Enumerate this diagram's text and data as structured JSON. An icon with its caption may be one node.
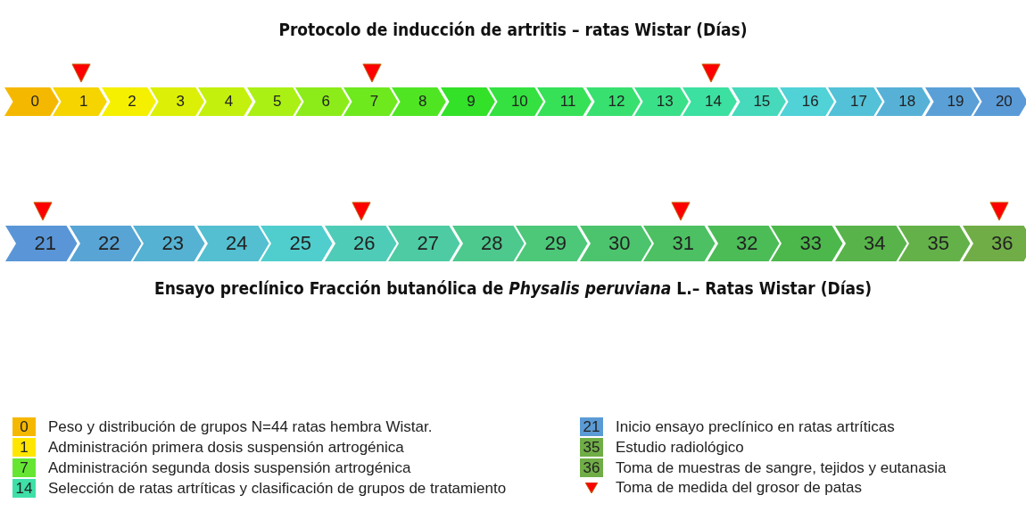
{
  "diagram": {
    "title": "Protocolo de inducción de artritis – ratas Wistar (Días)",
    "caption": "Ensayo preclínico Fracción butanólica de *Physalis peruviana* L.– Ratas Wistar (Días)",
    "nodes": [
      {
        "text": [],
        "shape": "triangle"
      },
      {
        "text": [],
        "shape": "triangle"
      },
      {
        "text": [],
        "shape": "triangle"
      },
      {
        "text": [
          "0"
        ]
      },
      {
        "text": [
          "1"
        ]
      },
      {
        "text": [
          "2"
        ]
      },
      {
        "text": [
          "3"
        ]
      },
      {
        "text": [
          "4"
        ]
      },
      {
        "text": [
          "5"
        ]
      },
      {
        "text": [
          "6"
        ]
      },
      {
        "text": [
          "7"
        ]
      },
      {
        "text": [
          "8"
        ]
      },
      {
        "text": [
          "9"
        ]
      },
      {
        "text": [
          "10"
        ]
      },
      {
        "text": [
          "11"
        ]
      },
      {
        "text": [
          "12"
        ]
      },
      {
        "text": [
          "13"
        ]
      },
      {
        "text": [
          "14"
        ]
      },
      {
        "text": [
          "15"
        ]
      },
      {
        "text": [
          "16"
        ]
      },
      {
        "text": [
          "17"
        ]
      },
      {
        "text": [
          "18"
        ]
      },
      {
        "text": [
          "19"
        ]
      },
      {
        "text": [
          "20"
        ]
      },
      {
        "text": [],
        "shape": "triangle"
      },
      {
        "text": [],
        "shape": "triangle"
      },
      {
        "text": [],
        "shape": "triangle"
      },
      {
        "text": [],
        "shape": "triangle"
      },
      {
        "text": [
          "21"
        ]
      },
      {
        "text": [
          "22"
        ]
      },
      {
        "text": [
          "23"
        ]
      },
      {
        "text": [
          "24"
        ]
      },
      {
        "text": [
          "25"
        ]
      },
      {
        "text": [
          "26"
        ]
      },
      {
        "text": [
          "27"
        ]
      },
      {
        "text": [
          "28"
        ]
      },
      {
        "text": [
          "29"
        ]
      },
      {
        "text": [
          "30"
        ]
      },
      {
        "text": [
          "31"
        ]
      },
      {
        "text": [
          "32"
        ]
      },
      {
        "text": [
          "33"
        ]
      },
      {
        "text": [
          "34"
        ]
      },
      {
        "text": [
          "35"
        ]
      },
      {
        "text": [
          "36"
        ]
      }
    ],
    "labels": [
      "0",
      "21",
      "1",
      "35",
      "7",
      "36",
      "14"
    ],
    "legend": [
      {
        "text": "Peso y distribución de grupos N=44 ratas hembra Wistar.",
        "color": "#f5b800"
      },
      {
        "text": "Inicio ensayo preclínico en ratas artríticas",
        "color": "#5b9bd5"
      },
      {
        "text": "Administración primera dosis suspensión artrogénica",
        "color": "#ffe600"
      },
      {
        "text": "Estudio radiológico",
        "color": "#70ad47"
      },
      {
        "text": "Administración segunda dosis suspensión artrogénica",
        "color": "#66e633"
      },
      {
        "text": "Toma de muestras de sangre, tejidos y eutanasia",
        "color": "#70ad47"
      },
      {
        "text": "Selección de ratas artríticas y clasificación de grupos de tratamiento",
        "color": "#3ee0a8"
      },
      {
        "text": "Toma de medida del grosor de patas"
      }
    ]
  }
}
